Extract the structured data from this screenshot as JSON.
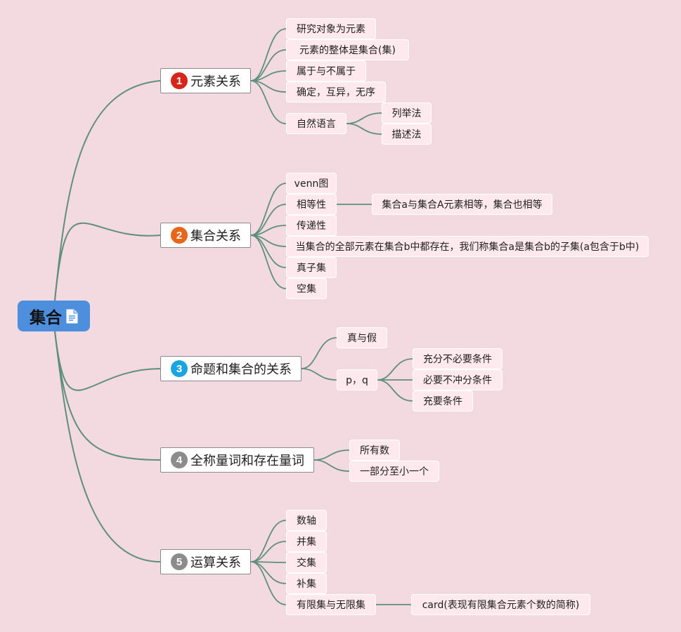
{
  "root": {
    "label": "集合",
    "icon": "document-icon"
  },
  "branches": [
    {
      "number": "1",
      "label": "元素关系",
      "badge_color": "#d8261b"
    },
    {
      "number": "2",
      "label": "集合关系",
      "badge_color": "#e8651a"
    },
    {
      "number": "3",
      "label": "命题和集合的关系",
      "badge_color": "#1ba4df"
    },
    {
      "number": "4",
      "label": "全称量词和存在量词",
      "badge_color": "#8c8c8c"
    },
    {
      "number": "5",
      "label": "运算关系",
      "badge_color": "#8c8c8c"
    }
  ],
  "leaves": {
    "b1": [
      "研究对象为元素",
      "元素的整体是集合(集)",
      "属于与不属于",
      "确定，互异，无序",
      "自然语言"
    ],
    "b1_sub": [
      "列举法",
      "描述法"
    ],
    "b2": [
      "venn图",
      "相等性",
      "传递性",
      "当集合的全部元素在集合b中都存在，我们称集合a是集合b的子集(a包含于b中)",
      "真子集",
      "空集"
    ],
    "b2_sub": [
      "集合a与集合A元素相等，集合也相等"
    ],
    "b3": [
      "真与假",
      "p，q"
    ],
    "b3_sub": [
      "充分不必要条件",
      "必要不冲分条件",
      "充要条件"
    ],
    "b4": [
      "所有数",
      "一部分至小一个"
    ],
    "b5": [
      "数轴",
      "并集",
      "交集",
      "补集",
      "有限集与无限集"
    ],
    "b5_sub": [
      "card(表现有限集合元素个数的简称)"
    ]
  },
  "colors": {
    "background": "#f3d9e0",
    "link": "#5f8f7f",
    "root": "#4d8fdc"
  }
}
